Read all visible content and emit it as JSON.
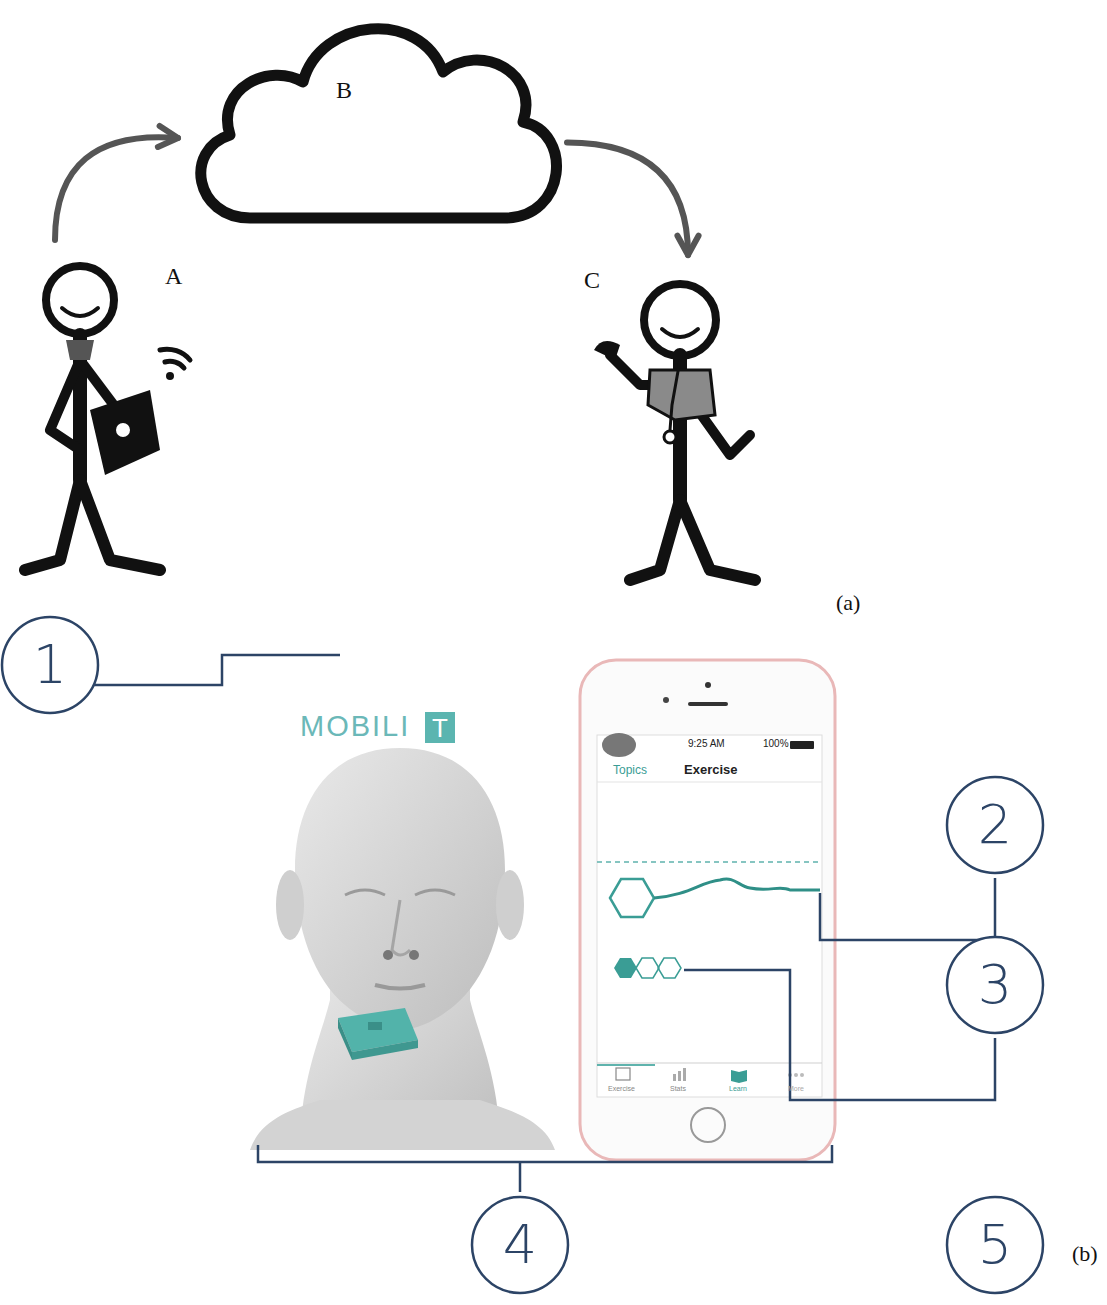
{
  "diagram": {
    "nodes": [
      {
        "text": [
          "A"
        ]
      },
      {
        "text": [
          "B"
        ]
      },
      {
        "text": [
          "C"
        ]
      },
      {
        "text": [
          "T"
        ]
      },
      {
        "text": [
          "1"
        ]
      },
      {
        "text": [
          "2"
        ]
      },
      {
        "text": [
          "3"
        ]
      },
      {
        "text": [
          "4"
        ]
      },
      {
        "text": [
          "5"
        ]
      }
    ],
    "edges": [
      {
        "from": 0,
        "to": 1,
        "arrow": "to"
      },
      {
        "from": 1,
        "to": 2,
        "arrow": "to"
      }
    ],
    "labels": [
      "(a)",
      "MOBILI",
      "9:25 AM",
      "100%",
      "Topics",
      "Exercise",
      "Exercise",
      "Stats",
      "Learn",
      "More",
      "(b)"
    ]
  }
}
